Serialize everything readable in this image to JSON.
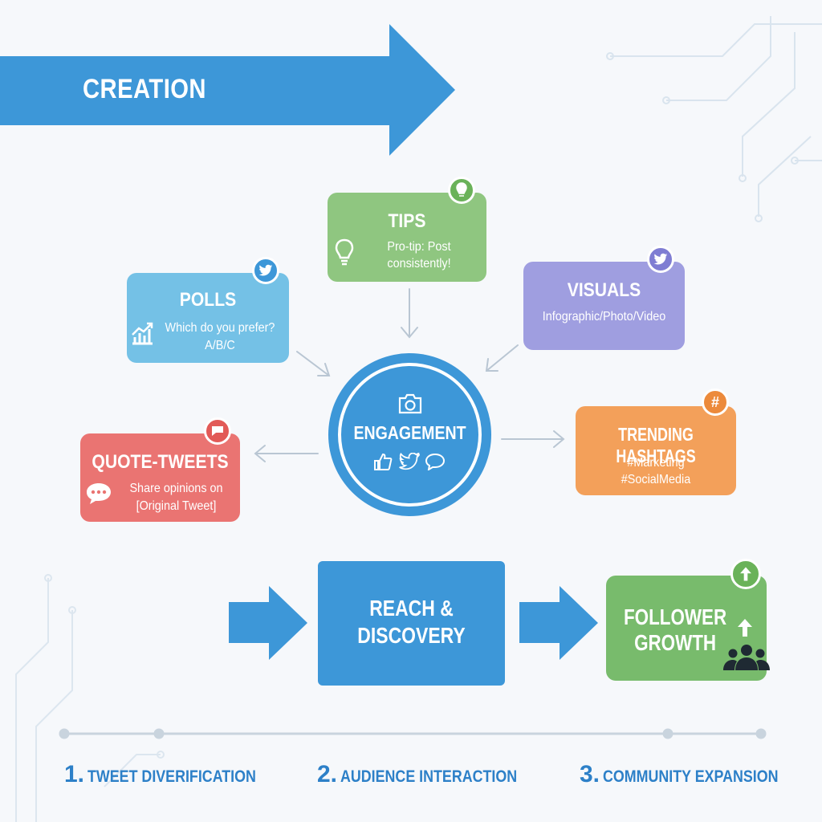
{
  "banner": {
    "label": "CREATION"
  },
  "cards": {
    "tips": {
      "title": "TIPS",
      "text1": "Pro-tip: Post",
      "text2": "consistently!",
      "icon": "lightbulb-icon",
      "badge_icon": "lightbulb-icon",
      "color": "#8fc680"
    },
    "polls": {
      "title": "POLLS",
      "text1": "Which do you prefer?",
      "text2": "A/B/C",
      "icon": "bar-chart-icon",
      "badge_icon": "twitter-bird-icon",
      "color": "#74c1e6"
    },
    "visuals": {
      "title": "VISUALS",
      "text1": "Infographic/Photo/Video",
      "badge_icon": "twitter-bird-icon",
      "color": "#9f9ee0"
    },
    "quote_tweets": {
      "title": "QUOTE-TWEETS",
      "text1": "Share opinions on",
      "text2": "[Original Tweet]",
      "icon": "speech-bubble-icon",
      "badge_icon": "quote-icon",
      "color": "#ea7472"
    },
    "trending": {
      "title": "TRENDING HASHTAGS",
      "text1": "#Marketing",
      "text2": "#SocialMedia",
      "badge": "#",
      "color": "#f3a05a"
    }
  },
  "hub": {
    "title": "ENGAGEMENT",
    "icons": [
      "camera-icon",
      "thumbs-up-icon",
      "twitter-bird-icon",
      "comment-icon"
    ],
    "color": "#3d97d8"
  },
  "flow": {
    "reach_line1": "REACH &",
    "reach_line2": "DISCOVERY",
    "growth_line1": "FOLLOWER",
    "growth_line2": "GROWTH",
    "growth_icons": [
      "up-arrow-icon",
      "up-arrow-icon",
      "group-icon"
    ]
  },
  "steps": [
    {
      "num": "1.",
      "label": "TWEET DIVERIFICATION"
    },
    {
      "num": "2.",
      "label": "AUDIENCE INTERACTION"
    },
    {
      "num": "3.",
      "label": "COMMUNITY EXPANSION"
    }
  ],
  "colors": {
    "accent_blue": "#3d97d8",
    "background": "#f6f8fb",
    "connector_gray": "#b9c6d3"
  }
}
